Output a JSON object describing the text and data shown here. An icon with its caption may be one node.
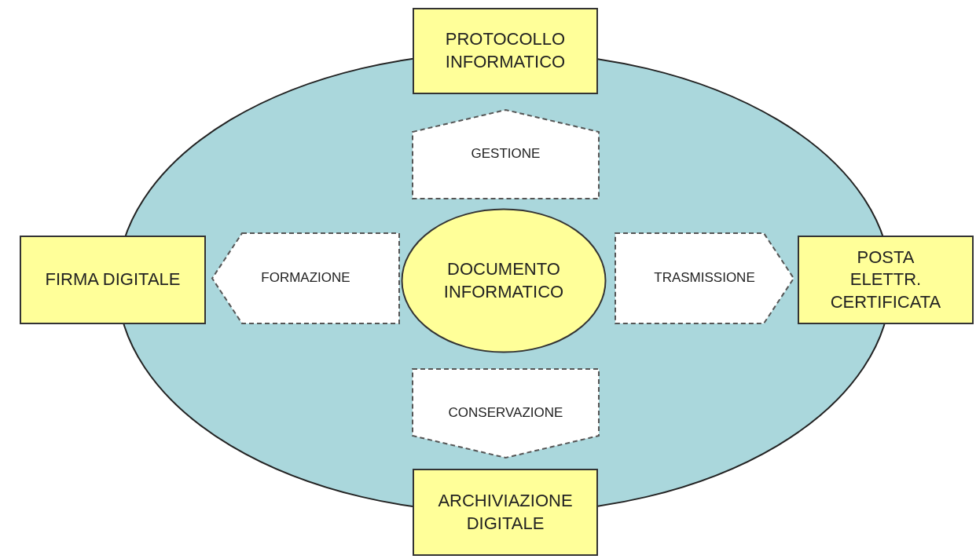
{
  "diagram": {
    "nodes": [
      {
        "text": [
          "PROTOCOLLO INFORMATICO"
        ]
      },
      {
        "text": [],
        "shape": "ellipse"
      },
      {
        "text": [
          "GESTIONE"
        ],
        "in": 1
      },
      {
        "text": [
          "FIRMA DIGITALE"
        ]
      },
      {
        "text": [
          "FORMAZIONE"
        ],
        "in": 1
      },
      {
        "text": [
          "DOCUMENTO INFORMATICO"
        ],
        "in": 1
      },
      {
        "text": [
          "TRASMISSIONE"
        ],
        "in": 1
      },
      {
        "text": [
          "POSTA ELETTR. CERTIFICATA"
        ]
      },
      {
        "text": [
          "CONSERVAZIONE"
        ],
        "in": 1
      },
      {
        "text": [
          "ARCHIVIAZIONE DIGITALE"
        ]
      }
    ]
  }
}
